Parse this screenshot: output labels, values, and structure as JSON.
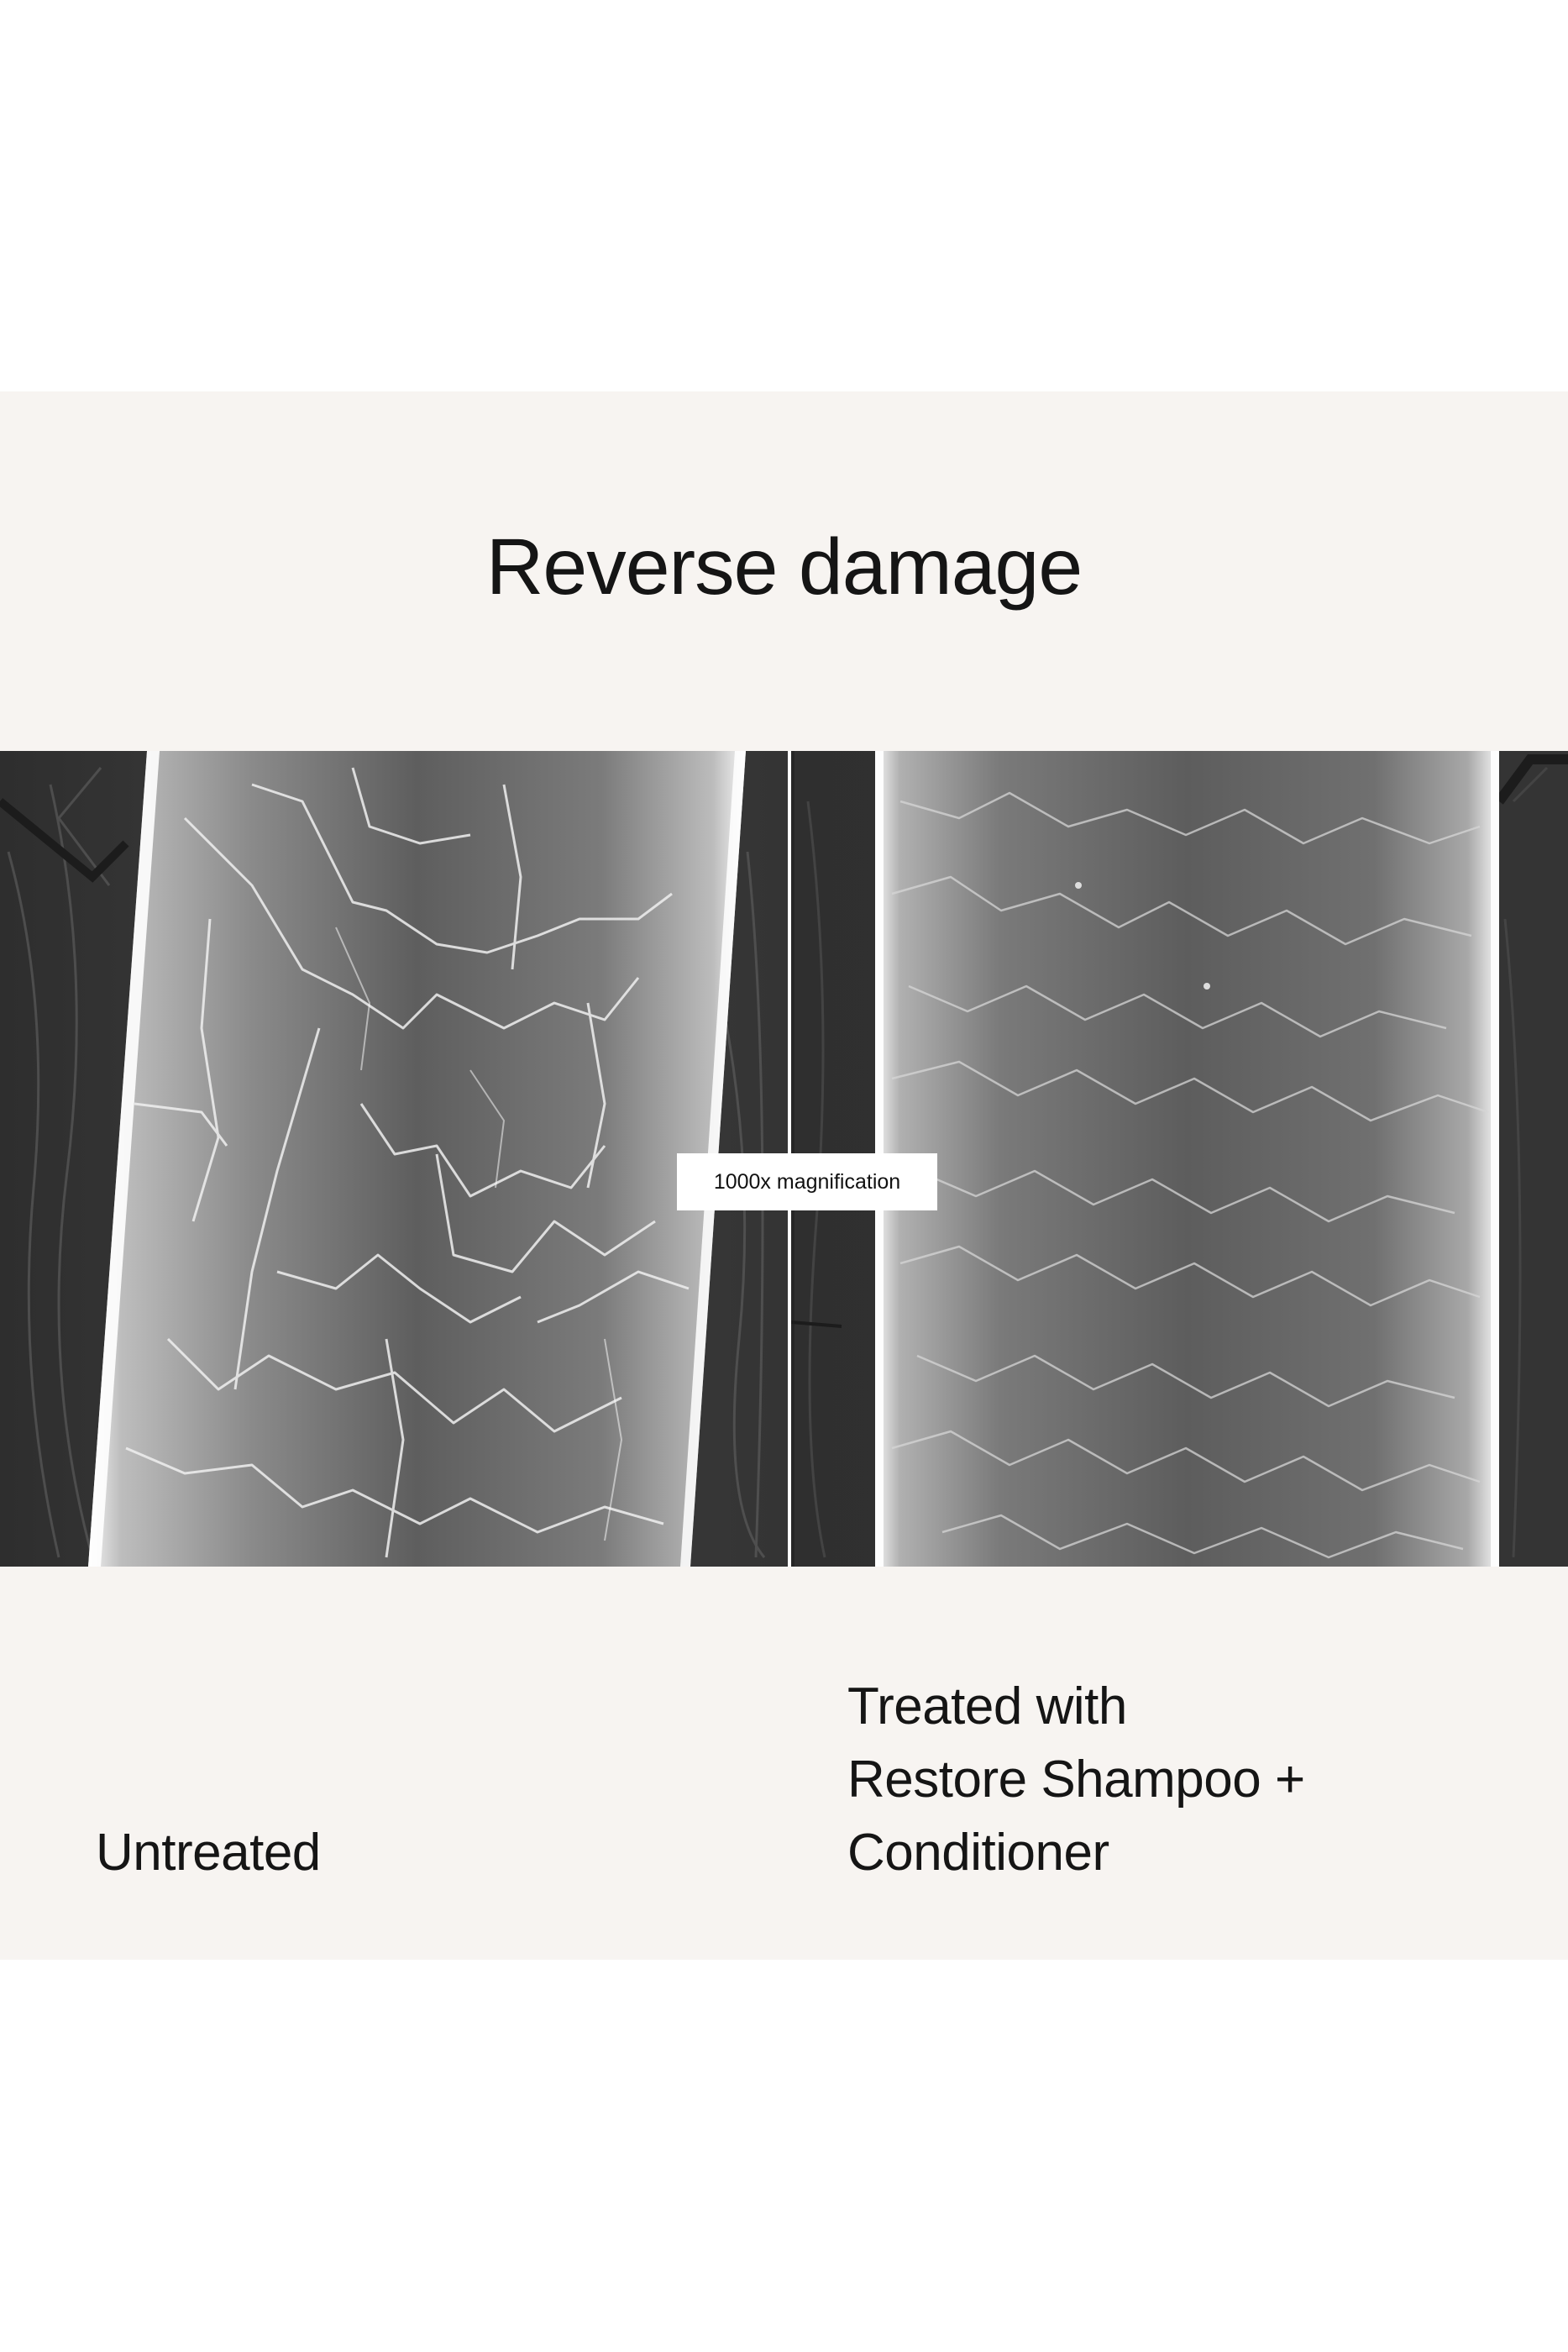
{
  "header": {
    "title": "Reverse damage"
  },
  "comparison": {
    "magnification_label": "1000x magnification",
    "left": {
      "image_description": "SEM image of untreated hair fiber with cracked, lifted cuticle scales",
      "caption_lines": [
        "Untreated"
      ]
    },
    "right": {
      "image_description": "SEM image of treated hair fiber with smooth, flat cuticle scales",
      "caption_lines": [
        "Treated with",
        "Restore Shampoo +",
        "Conditioner"
      ]
    }
  },
  "colors": {
    "panel_background": "#F7F4F1",
    "page_background": "#FFFFFF",
    "text": "#151515",
    "label_background": "#FFFFFF"
  }
}
